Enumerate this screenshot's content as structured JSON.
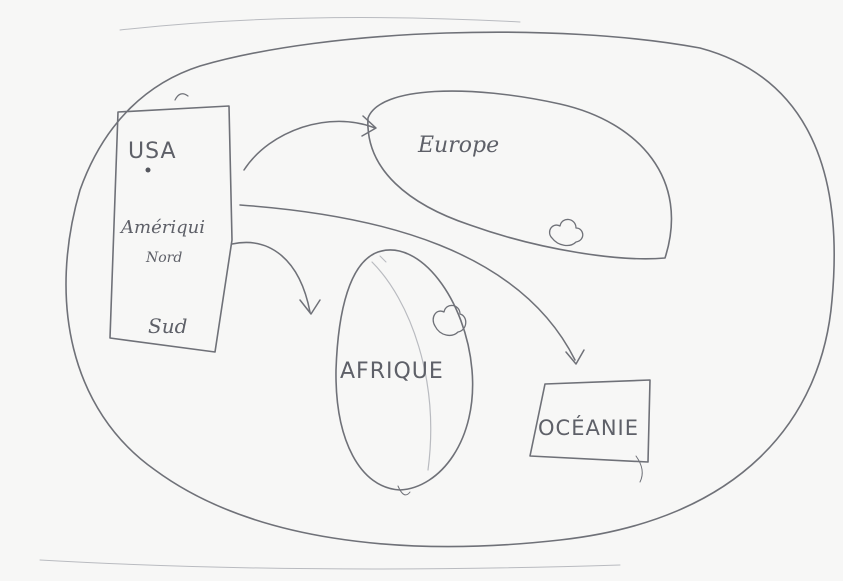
{
  "diagram": {
    "labels": {
      "usa": "USA",
      "amerique": "Amériqui",
      "nord": "Nord",
      "sud": "Sud",
      "europe": "Europe",
      "afrique": "AFRIQUE",
      "oceanie": "OCÉANIE"
    },
    "colors": {
      "paper": "#f7f7f6",
      "pencil": "#6f7178"
    },
    "icons": [
      "cloud-doodle-icon",
      "cloud-doodle-icon",
      "dot-mark-icon"
    ]
  }
}
